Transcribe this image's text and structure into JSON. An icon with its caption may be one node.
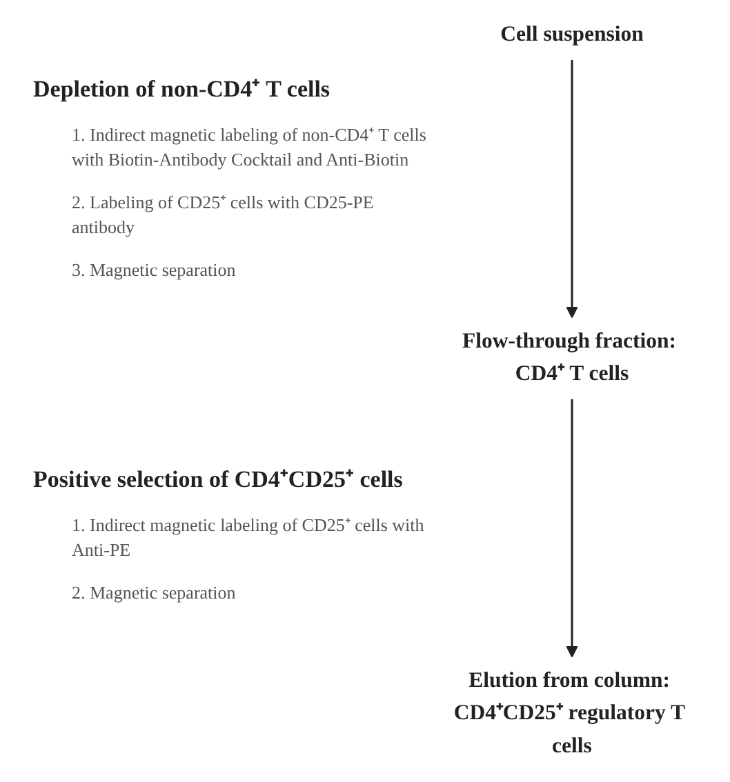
{
  "diagram": {
    "nodes": [
      {
        "text": [
          "Cell suspension"
        ]
      },
      {
        "text": [
          "Flow-through fraction: CD4⁺ T cells"
        ]
      },
      {
        "text": [
          "Elution from column: CD4⁺CD25⁺ regulatory T cells"
        ]
      }
    ],
    "edges": [
      {
        "from": 0,
        "to": 1,
        "arrow": "to"
      },
      {
        "from": 1,
        "to": 2,
        "arrow": "to"
      }
    ],
    "labels": [
      "Depletion of non-CD4⁺ T cells",
      "1. Indirect magnetic labeling of non-CD4⁺ T cells with Biotin-Antibody Cocktail and Anti-Biotin",
      "2. Labeling of CD25⁺ cells with CD25-PE antibody",
      "3. Magnetic separation",
      "Positive selection of CD4⁺CD25⁺ cells",
      "1. Indirect magnetic labeling of CD25⁺ cells with Anti-PE",
      "2. Magnetic separation"
    ]
  }
}
